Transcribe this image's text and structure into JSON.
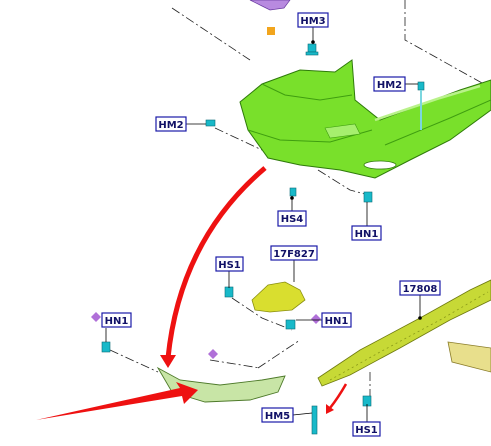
{
  "labels": {
    "hm3": "HM3",
    "hm2_right": "HM2",
    "hm2_left": "HM2",
    "hs4": "HS4",
    "hn1_top": "HN1",
    "hs1_mid": "HS1",
    "p17f827": "17F827",
    "hn1_mid": "HN1",
    "p17808": "17808",
    "hn1_left": "HN1",
    "hm5": "HM5",
    "hs1_bottom": "HS1"
  },
  "colors": {
    "bumper_green": "#79e02b",
    "bumper_dark": "#3f9e10",
    "bracket_yellow": "#d9de2f",
    "trim_pale": "#c8e5a6",
    "strip_yellow_green": "#c7d936",
    "arrow_red": "#ee1111",
    "clip_cyan": "#18b9c9",
    "marker_violet": "#b070d8",
    "marker_orange": "#f2a51d",
    "callout_border": "#1a1aa8"
  },
  "icons": [
    "diamond-marker-icon",
    "clip-fastener-icon",
    "square-marker-icon"
  ]
}
